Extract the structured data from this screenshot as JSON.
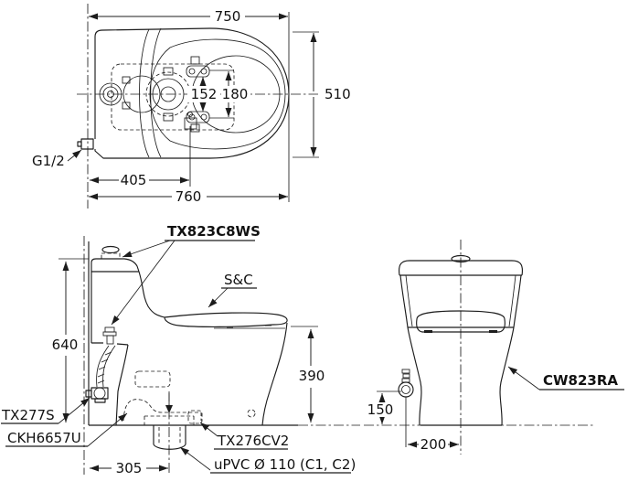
{
  "drawing": {
    "kind": "toilet-installation-dimension-drawing",
    "colors": {
      "background": "#ffffff",
      "line": "#1c1c1c"
    },
    "top_view": {
      "dim_width_top": "750",
      "dim_depth": "510",
      "dim_bolt_inner": "152",
      "dim_bolt_outer": "180",
      "dim_outlet_setback": "405",
      "dim_width_bottom": "760",
      "label_water_inlet": "G1/2"
    },
    "side_view": {
      "dim_height": "640",
      "dim_seat_height": "390",
      "dim_rough_in": "305",
      "label_fitting_kit": "TX823C8WS",
      "label_seat_cover": "S&C",
      "label_stop_valve": "TX277S",
      "label_flange": "CKH6657U",
      "label_outlet_socket": "TX276CV2",
      "label_drain_pipe": "uPVC Ø 110 (C1, C2)"
    },
    "front_view": {
      "dim_valve_height": "150",
      "dim_valve_offset": "200",
      "label_model": "CW823RA"
    }
  }
}
